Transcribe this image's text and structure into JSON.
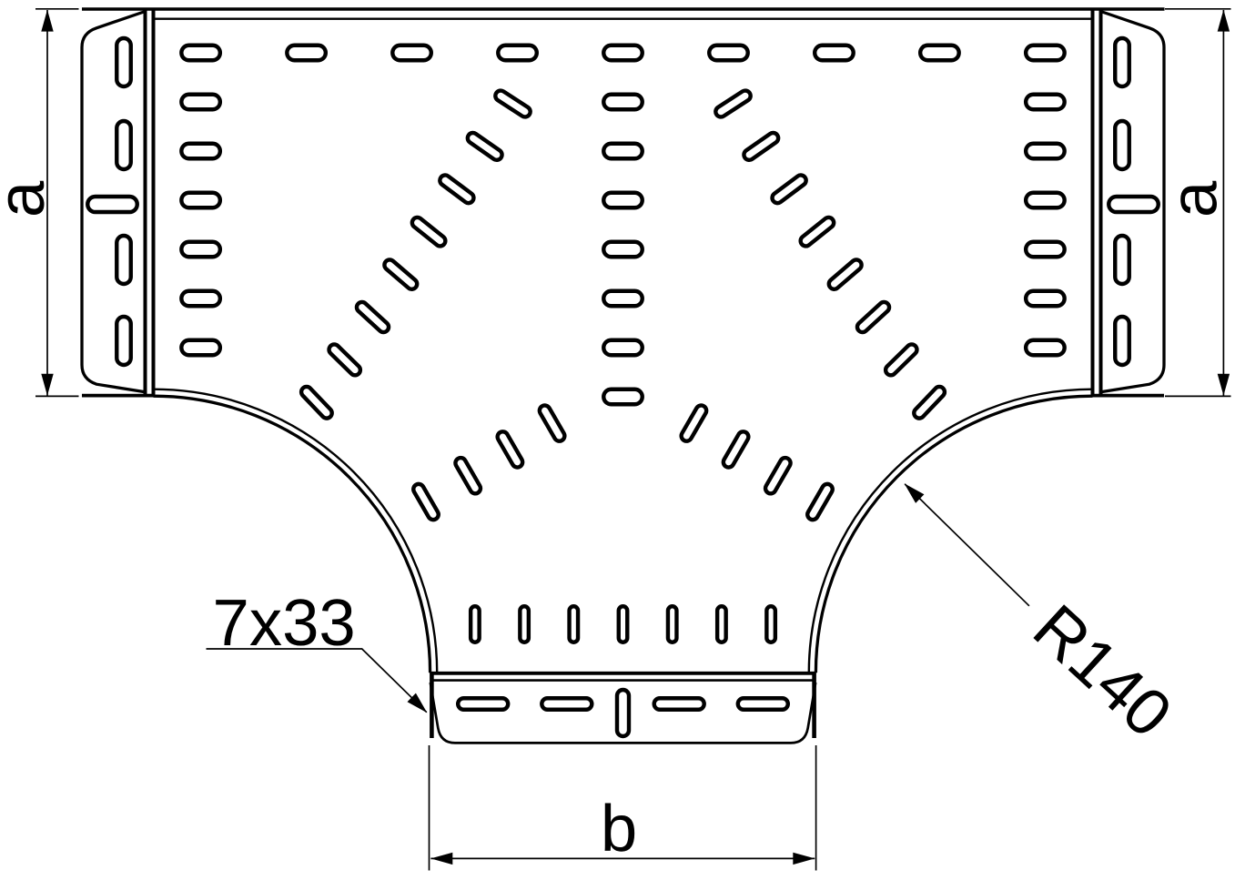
{
  "title": "Cable tray T-piece technical drawing",
  "colors": {
    "line": "#000000",
    "background": "#ffffff"
  },
  "labels": {
    "dim_a_left": "a",
    "dim_a_right": "a",
    "dim_b": "b",
    "perforation": "7x33",
    "radius": "R140"
  },
  "drawing": {
    "type": "technical-line-drawing",
    "part": "cable tray flat tee",
    "perforation_slot_count": 7,
    "perforation_slot_length": 33,
    "bend_radius_label": "R140",
    "width_dimension": "a",
    "branch_dimension": "b"
  }
}
